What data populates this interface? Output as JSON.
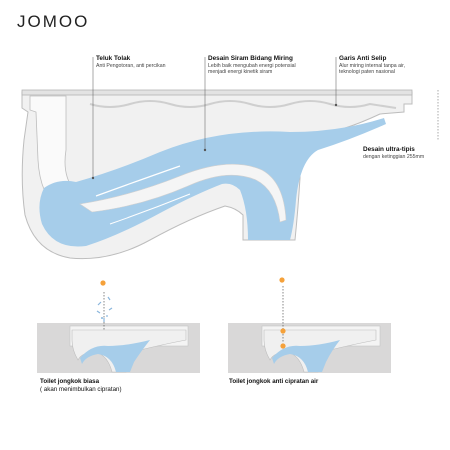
{
  "brand": "JOMOO",
  "callouts": {
    "teluk": {
      "title": "Teluk Tolak",
      "desc": "Anti Pengotoran, anti percikan"
    },
    "desain": {
      "title": "Desain Siram Bidang Miring",
      "desc1": "Lebih baik mengubah energi potensial",
      "desc2": "menjadi energi kinetik siram"
    },
    "garis": {
      "title": "Garis Anti Selip",
      "desc1": "Alur miring internal tanpa air,",
      "desc2": "teknologi paten nasional"
    },
    "ultra": {
      "title": "Desain ultra-tipis",
      "desc": "dengan ketinggian 255mm"
    }
  },
  "comparison": {
    "left": {
      "title": "Toilet jongkok biasa",
      "note": "( akan menimbulkan cipratan)"
    },
    "right": {
      "title": "Toilet jongkok anti cipratan air"
    }
  },
  "colors": {
    "water": "#a6cdea",
    "accent": "#f5a13a",
    "floor": "#d9d8d8",
    "dash": "#555555"
  }
}
